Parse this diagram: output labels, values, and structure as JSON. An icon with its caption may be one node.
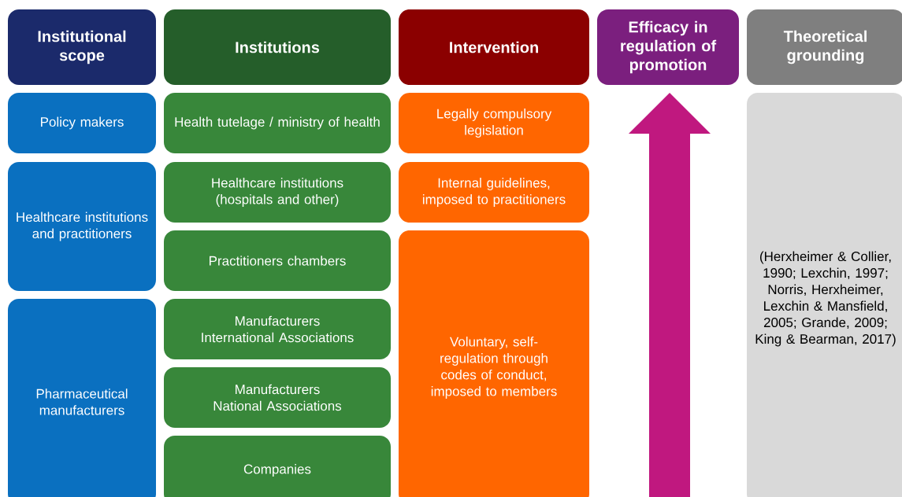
{
  "diagram": {
    "nodes": [
      {
        "text": [
          "Institutional scope"
        ]
      },
      {
        "text": [
          "Institutions"
        ]
      },
      {
        "text": [
          "Intervention"
        ]
      },
      {
        "text": [
          "Efficacy in regulation of promotion"
        ]
      },
      {
        "text": [
          "Theoretical grounding"
        ]
      },
      {
        "text": [
          "Policy makers"
        ]
      },
      {
        "text": [
          "Healthcare institutions and practitioners"
        ]
      },
      {
        "text": [
          "Pharmaceutical manufacturers"
        ]
      },
      {
        "text": [
          "Health tutelage / ministry of health"
        ]
      },
      {
        "text": [
          "Healthcare institutions (hospitals and other)"
        ]
      },
      {
        "text": [
          "Practitioners chambers"
        ]
      },
      {
        "text": [
          "Manufacturers International Associations"
        ]
      },
      {
        "text": [
          "Manufacturers National Associations"
        ]
      },
      {
        "text": [
          "Companies"
        ]
      },
      {
        "text": [
          "Legally compulsory legislation"
        ]
      },
      {
        "text": [
          "Internal guidelines, imposed to practitioners"
        ]
      },
      {
        "text": [
          "Voluntary, self-regulation through codes of conduct, imposed to members"
        ]
      },
      {
        "text": [
          "(Herxheimer & Collier, 1990; Lexchin, 1997; Norris, Herxheimer, Lexchin & Mansfield, 2005; Grande, 2009; King & Bearman, 2017)"
        ]
      }
    ]
  }
}
